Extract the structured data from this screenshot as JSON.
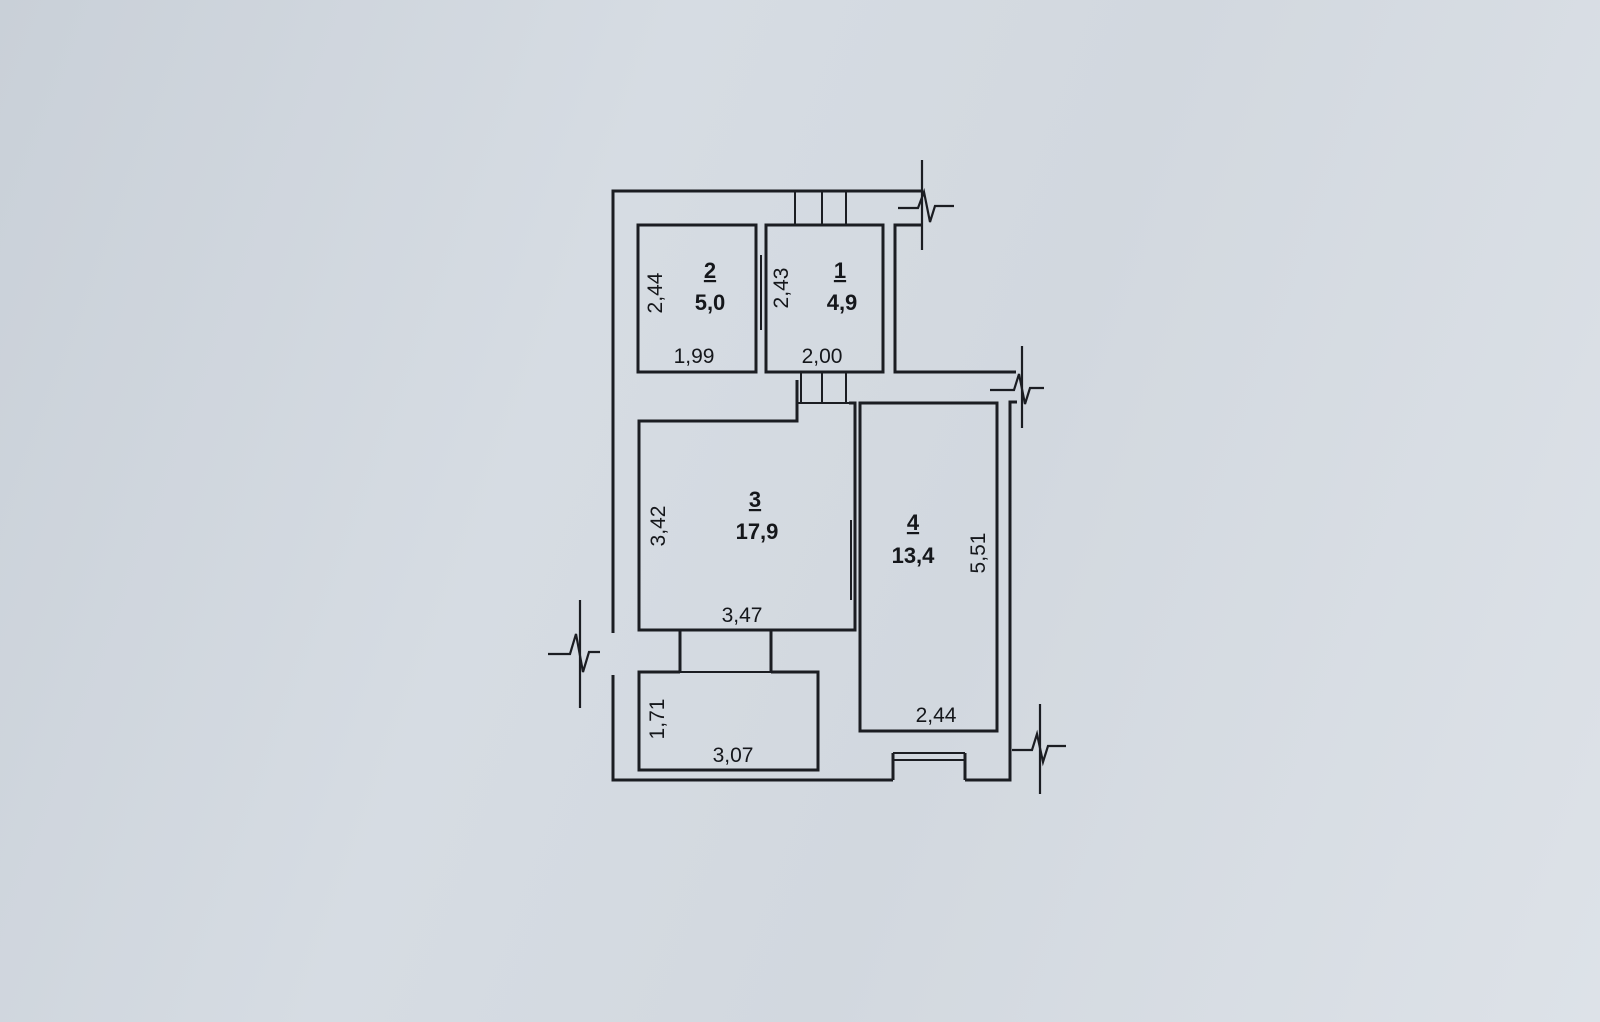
{
  "rooms": [
    {
      "number": "1",
      "area": "4,9",
      "width": "2,00",
      "length": "2,43"
    },
    {
      "number": "2",
      "area": "5,0",
      "width": "1,99",
      "length": "2,44"
    },
    {
      "number": "3",
      "area": "17,9",
      "width": "3,47",
      "length": "3,42"
    },
    {
      "number": "4",
      "area": "13,4",
      "width": "2,44",
      "length": "5,51"
    }
  ],
  "balcony": {
    "width": "3,07",
    "length": "1,71"
  }
}
